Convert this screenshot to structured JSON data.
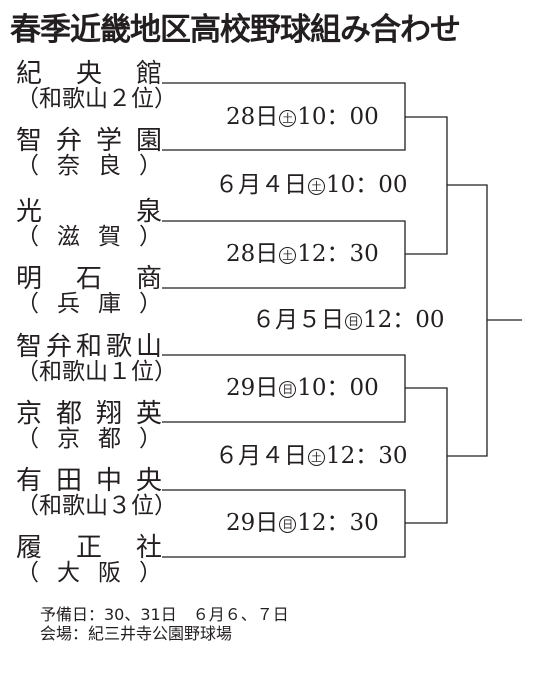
{
  "title": "春季近畿地区高校野球組み合わせ",
  "teams": [
    {
      "name": "紀央館",
      "pref": "（和歌山２位）"
    },
    {
      "name": "智弁学園",
      "pref": "（奈良）"
    },
    {
      "name": "光泉",
      "pref": "（滋賀）"
    },
    {
      "name": "明石商",
      "pref": "（兵庫）"
    },
    {
      "name": "智弁和歌山",
      "pref": "（和歌山１位）"
    },
    {
      "name": "京都翔英",
      "pref": "（京都）"
    },
    {
      "name": "有田中央",
      "pref": "（和歌山３位）"
    },
    {
      "name": "履正社",
      "pref": "（大阪）"
    }
  ],
  "first_round": [
    {
      "date": "28日",
      "weekday": "土",
      "time": "10：00"
    },
    {
      "date": "28日",
      "weekday": "土",
      "time": "12：30"
    },
    {
      "date": "29日",
      "weekday": "日",
      "time": "10：00"
    },
    {
      "date": "29日",
      "weekday": "日",
      "time": "12：30"
    }
  ],
  "semifinals": [
    {
      "date": "６月４日",
      "weekday": "土",
      "time": "10：00"
    },
    {
      "date": "６月４日",
      "weekday": "土",
      "time": "12：30"
    }
  ],
  "final": {
    "date": "６月５日",
    "weekday": "日",
    "time": "12：00"
  },
  "notes": {
    "reserve": "予備日：30、31日　６月６、７日",
    "venue": "会場：紀三井寺公園野球場"
  }
}
